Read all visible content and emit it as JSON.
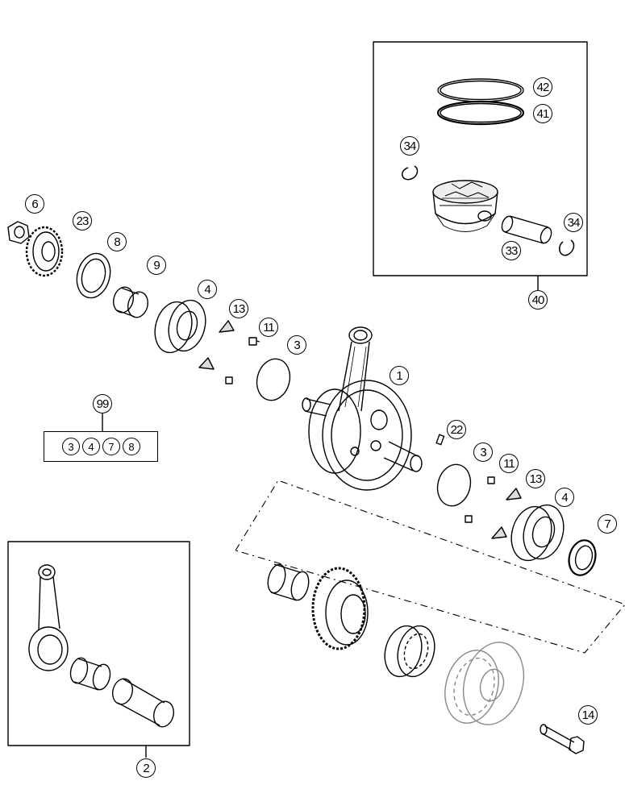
{
  "diagram": {
    "title": "",
    "callouts": {
      "c1": "1",
      "c2": "2",
      "c3a": "3",
      "c3b": "3",
      "c4a": "4",
      "c4b": "4",
      "c6": "6",
      "c7": "7",
      "c8": "8",
      "c9": "9",
      "c11a": "11",
      "c11b": "11",
      "c13a": "13",
      "c13b": "13",
      "c14": "14",
      "c22": "22",
      "c23": "23",
      "c33": "33",
      "c34a": "34",
      "c34b": "34",
      "c40": "40",
      "c41": "41",
      "c42": "42",
      "c99": "99"
    },
    "kit_99_contents": [
      "3",
      "4",
      "7",
      "8"
    ]
  }
}
